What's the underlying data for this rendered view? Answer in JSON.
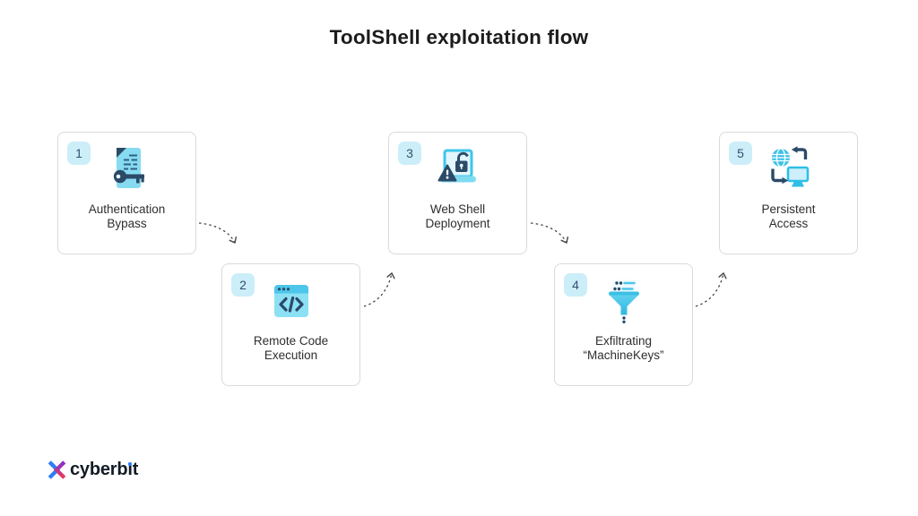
{
  "title": "ToolShell exploitation flow",
  "steps": [
    {
      "number": "1",
      "label": "Authentication Bypass",
      "icon": "document-key-icon"
    },
    {
      "number": "2",
      "label": "Remote Code Execution",
      "icon": "code-window-icon"
    },
    {
      "number": "3",
      "label": "Web Shell Deployment",
      "icon": "laptop-lock-warning-icon"
    },
    {
      "number": "4",
      "label": "Exfiltrating “MachineKeys”",
      "icon": "funnel-exfiltration-icon"
    },
    {
      "number": "5",
      "label": "Persistent Access",
      "icon": "globe-monitor-sync-icon"
    }
  ],
  "logo": {
    "brand": "cyberbit",
    "parts": {
      "pre": "cyberb",
      "i": "ı",
      "post": "t"
    }
  },
  "colors": {
    "cyan": "#4cc6ea",
    "cyan_light": "#8ce0f4",
    "cyan_pale": "#ddf4fc",
    "navy": "#2b4a68",
    "badge_bg": "#cbeef9",
    "card_border": "#d9dadc",
    "arrow": "#454545",
    "title_text": "#1c1c1e",
    "label_text": "#2e2e30",
    "logo_blue": "#2f7df6",
    "logo_purple": "#8b2fc9",
    "logo_red": "#e83a5f"
  }
}
